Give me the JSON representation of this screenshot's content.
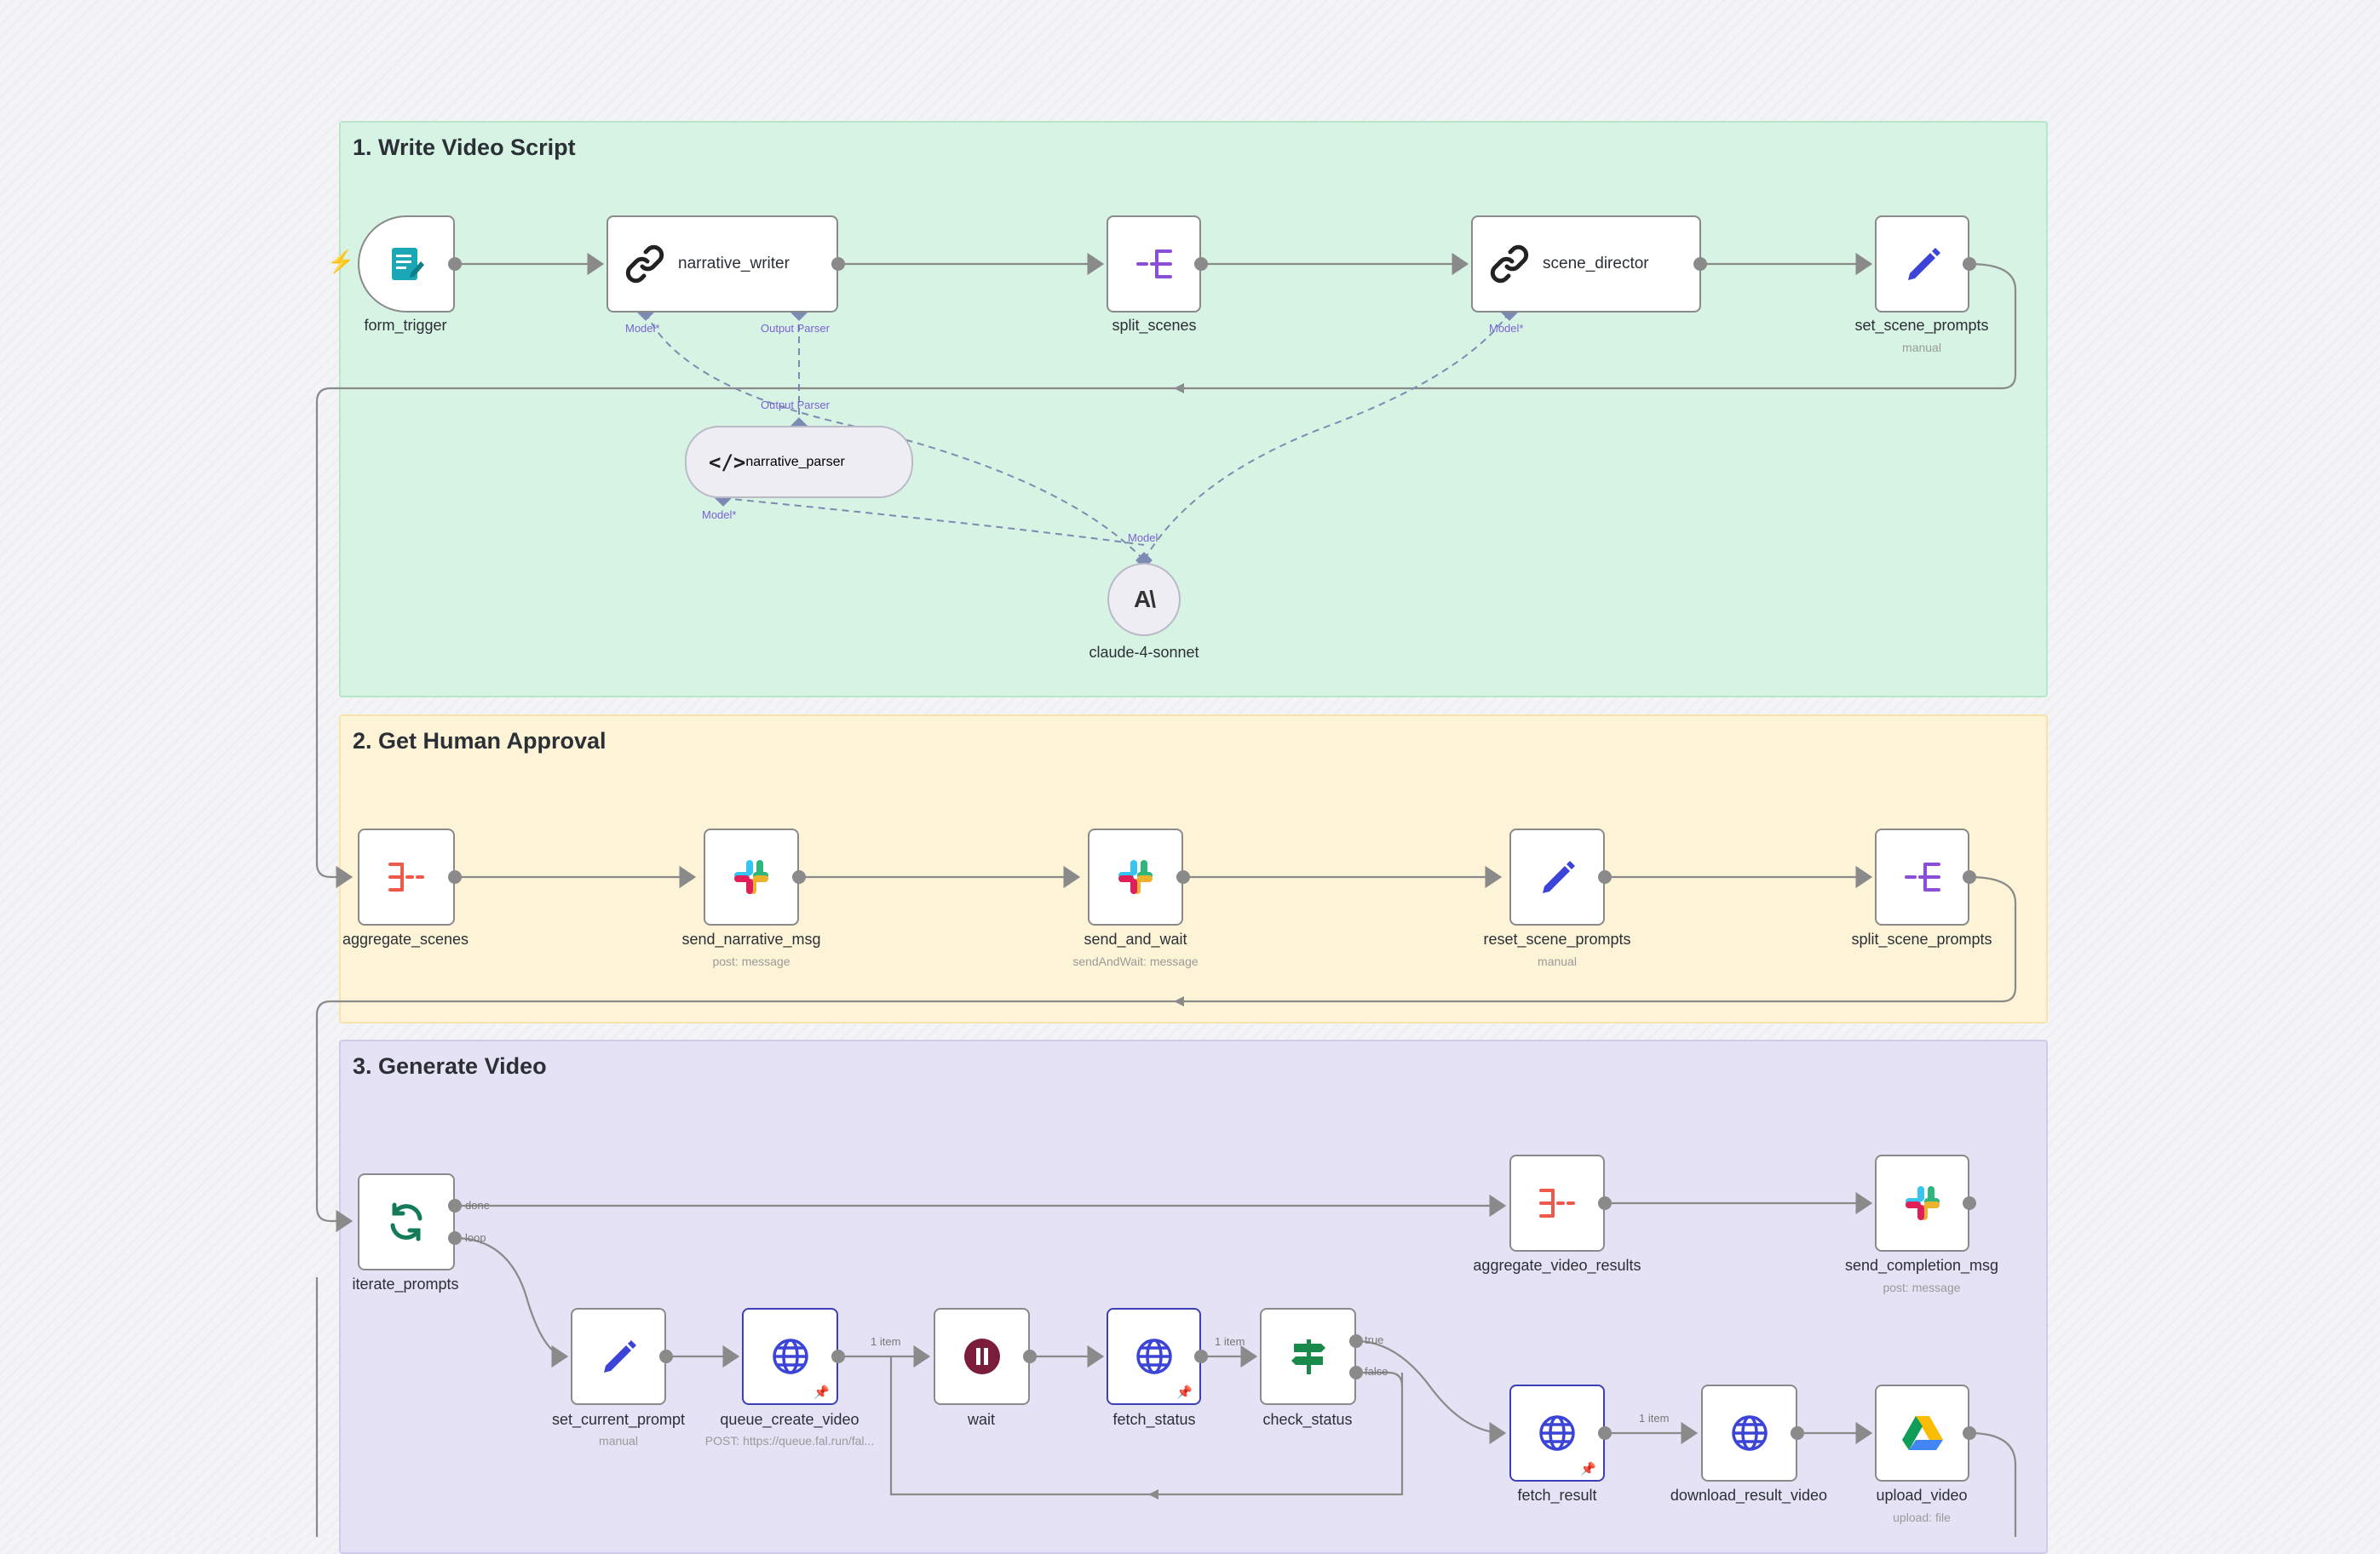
{
  "groups": {
    "write_script": "1. Write Video Script",
    "human_approval": "2. Get Human Approval",
    "generate_video": "3. Generate Video"
  },
  "nodes": {
    "form_trigger": {
      "label": "form_trigger",
      "icon": "form-icon"
    },
    "narrative_writer": {
      "label": "narrative_writer",
      "icon": "chain-link-icon"
    },
    "split_scenes": {
      "label": "split_scenes",
      "icon": "split-out-icon"
    },
    "scene_director": {
      "label": "scene_director",
      "icon": "chain-link-icon"
    },
    "set_scene_prompts": {
      "label": "set_scene_prompts",
      "sub": "manual",
      "icon": "pencil-icon"
    },
    "narrative_parser": {
      "label": "narrative_parser",
      "icon": "code-icon"
    },
    "claude": {
      "label": "claude-4-sonnet",
      "icon": "anthropic-icon"
    },
    "aggregate_scenes": {
      "label": "aggregate_scenes",
      "icon": "aggregate-icon"
    },
    "send_narrative_msg": {
      "label": "send_narrative_msg",
      "sub": "post: message",
      "icon": "slack-icon"
    },
    "send_and_wait": {
      "label": "send_and_wait",
      "sub": "sendAndWait: message",
      "icon": "slack-icon"
    },
    "reset_scene_prompts": {
      "label": "reset_scene_prompts",
      "sub": "manual",
      "icon": "pencil-icon"
    },
    "split_scene_prompts": {
      "label": "split_scene_prompts",
      "icon": "split-out-icon"
    },
    "iterate_prompts": {
      "label": "iterate_prompts",
      "icon": "loop-icon"
    },
    "aggregate_video_results": {
      "label": "aggregate_video_results",
      "icon": "aggregate-icon"
    },
    "send_completion_msg": {
      "label": "send_completion_msg",
      "sub": "post: message",
      "icon": "slack-icon"
    },
    "set_current_prompt": {
      "label": "set_current_prompt",
      "sub": "manual",
      "icon": "pencil-icon"
    },
    "queue_create_video": {
      "label": "queue_create_video",
      "sub": "POST: https://queue.fal.run/fal...",
      "icon": "globe-icon"
    },
    "wait": {
      "label": "wait",
      "icon": "pause-icon"
    },
    "fetch_status": {
      "label": "fetch_status",
      "icon": "globe-icon"
    },
    "check_status": {
      "label": "check_status",
      "icon": "signpost-icon"
    },
    "fetch_result": {
      "label": "fetch_result",
      "icon": "globe-icon"
    },
    "download_result_video": {
      "label": "download_result_video",
      "icon": "globe-icon"
    },
    "upload_video": {
      "label": "upload_video",
      "sub": "upload: file",
      "icon": "google-drive-icon"
    }
  },
  "ports": {
    "model": "Model",
    "model_req": "Model*",
    "output_parser": "Output Parser",
    "done": "done",
    "loop": "loop",
    "true": "true",
    "false": "false"
  },
  "edge_labels": {
    "one_item": "1 item"
  },
  "colors": {
    "group_1": "#d7f3e3",
    "group_2": "#fdf3d7",
    "group_3": "#e4e2f4",
    "port_purple": "#7a62d4",
    "slack_green": "#2eb67d",
    "wait_maroon": "#7a1c3a"
  }
}
